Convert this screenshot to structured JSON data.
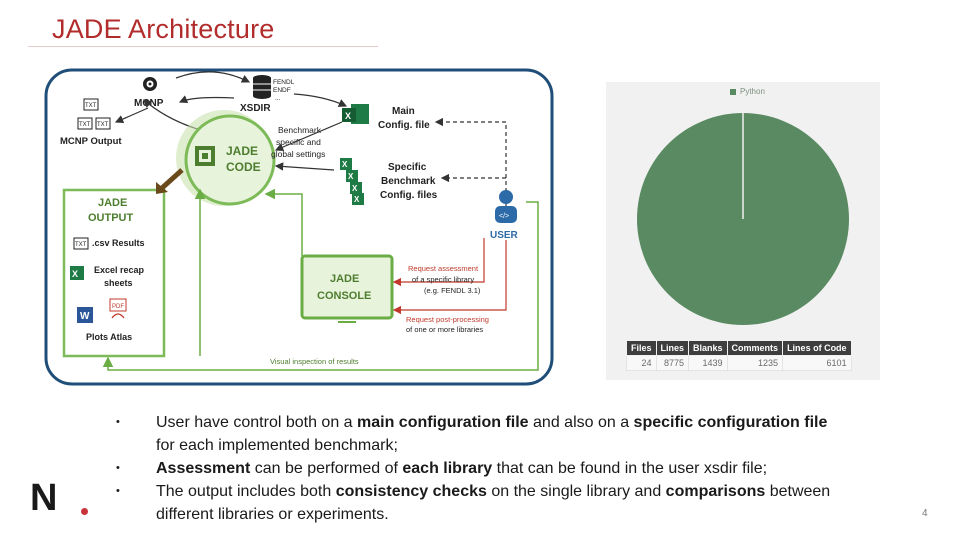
{
  "slide": {
    "title": "JADE Architecture",
    "page_number": "4"
  },
  "diagram": {
    "mcnp_label": "MCNP",
    "xsdir_label": "XSDIR",
    "libs": [
      "FENDL",
      "ENDF",
      "..."
    ],
    "main_config_label": [
      "Main",
      "Config. file"
    ],
    "mcnp_output_label": "MCNP Output",
    "benchmark_settings_label": [
      "Benchmark",
      "specific and",
      "global settings"
    ],
    "jade_code_label": [
      "JADE",
      "CODE"
    ],
    "specific_config_label": [
      "Specific",
      "Benchmark",
      "Config. files"
    ],
    "jade_output_label": [
      "JADE",
      "OUTPUT"
    ],
    "csv_results_label": ".csv Results",
    "excel_recap_label": [
      "Excel recap",
      "sheets"
    ],
    "plots_atlas_label": "Plots Atlas",
    "user_label": "USER",
    "jade_console_label": [
      "JADE",
      "CONSOLE"
    ],
    "request_assessment_label": [
      "Request assessment",
      "of a specific library",
      "(e.g. FENDL 3.1)"
    ],
    "request_postprocessing_label": [
      "Request post-processing",
      "of one or more libraries"
    ],
    "visual_inspection_label": "Visual inspection of results",
    "file_icon_text": "TXT",
    "excel_icon_text": "X",
    "word_icon_text": "W",
    "pdf_icon_text": "PDF",
    "colors": {
      "accent_green": "#7dbb58",
      "frame_blue": "#1f4e79",
      "arrow_red": "#c0392b",
      "title_red": "#b22c2c"
    }
  },
  "stats_panel": {
    "legend_label": "Python",
    "pie_color": "#5a8a62",
    "columns": [
      "Files",
      "Lines",
      "Blanks",
      "Comments",
      "Lines of Code"
    ],
    "row": [
      "24",
      "8775",
      "1439",
      "1235",
      "6101"
    ]
  },
  "chart_data": {
    "type": "pie",
    "categories": [
      "Python"
    ],
    "values": [
      100
    ],
    "title": "",
    "legend": "top"
  },
  "bullets": [
    {
      "parts": [
        {
          "t": "User have control both on a ",
          "b": false
        },
        {
          "t": "main configuration file",
          "b": true
        },
        {
          "t": " and also on a ",
          "b": false
        },
        {
          "t": "specific configuration file",
          "b": true
        },
        {
          "t": " for each implemented benchmark;",
          "b": false
        }
      ]
    },
    {
      "parts": [
        {
          "t": "Assessment",
          "b": true
        },
        {
          "t": " can be performed of ",
          "b": false
        },
        {
          "t": "each library",
          "b": true
        },
        {
          "t": " that can be found in the user xsdir file;",
          "b": false
        }
      ]
    },
    {
      "parts": [
        {
          "t": "The output includes both ",
          "b": false
        },
        {
          "t": "consistency checks",
          "b": true
        },
        {
          "t": " on the single library and ",
          "b": false
        },
        {
          "t": "comparisons",
          "b": true
        },
        {
          "t": " between different libraries or experiments.",
          "b": false
        }
      ]
    }
  ],
  "bullet_symbol": "•",
  "logo_letter": "N"
}
